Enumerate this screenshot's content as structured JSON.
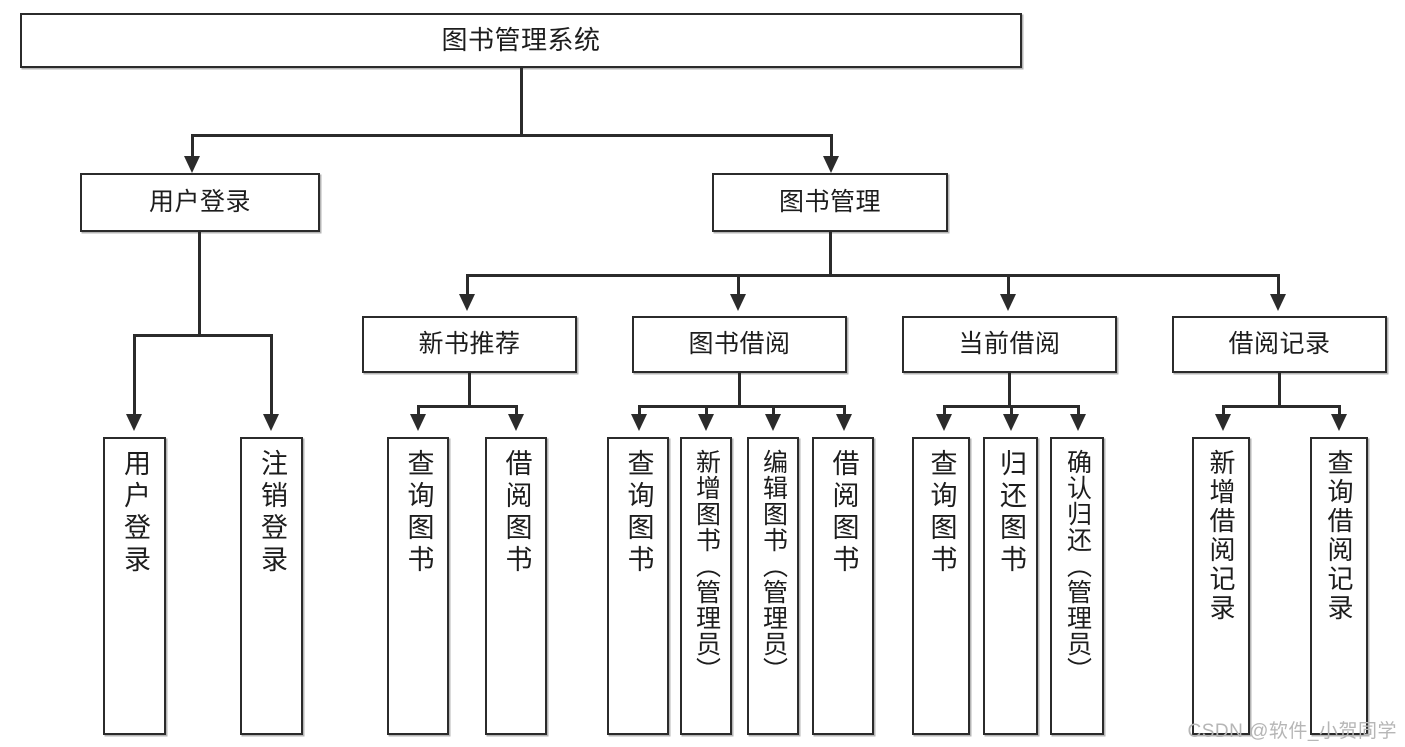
{
  "diagram": {
    "title": "图书管理系统",
    "type": "tree-hierarchy-diagram",
    "colors": {
      "stroke": "#2b2b2b",
      "fill": "#ffffff",
      "text": "#1d1d1d",
      "watermark": "#b6b6b6"
    },
    "root": {
      "label": "图书管理系统"
    },
    "level2": {
      "user_login": {
        "label": "用户登录"
      },
      "book_manage": {
        "label": "图书管理"
      }
    },
    "level3": {
      "new_book_recommend": {
        "label": "新书推荐"
      },
      "book_borrow": {
        "label": "图书借阅"
      },
      "current_borrow": {
        "label": "当前借阅"
      },
      "borrow_record": {
        "label": "借阅记录"
      }
    },
    "leaves": {
      "user_login": [
        {
          "label": "用户登录"
        },
        {
          "label": "注销登录"
        }
      ],
      "new_book_recommend": [
        {
          "label": "查询图书"
        },
        {
          "label": "借阅图书"
        }
      ],
      "book_borrow": [
        {
          "label": "查询图书"
        },
        {
          "label": "新增图书（管理员）"
        },
        {
          "label": "编辑图书（管理员）"
        },
        {
          "label": "借阅图书"
        }
      ],
      "current_borrow": [
        {
          "label": "查询图书"
        },
        {
          "label": "归还图书"
        },
        {
          "label": "确认归还（管理员）"
        }
      ],
      "borrow_record": [
        {
          "label": "新增借阅记录"
        },
        {
          "label": "查询借阅记录"
        }
      ]
    },
    "watermark": "CSDN @软件_小贺同学"
  }
}
